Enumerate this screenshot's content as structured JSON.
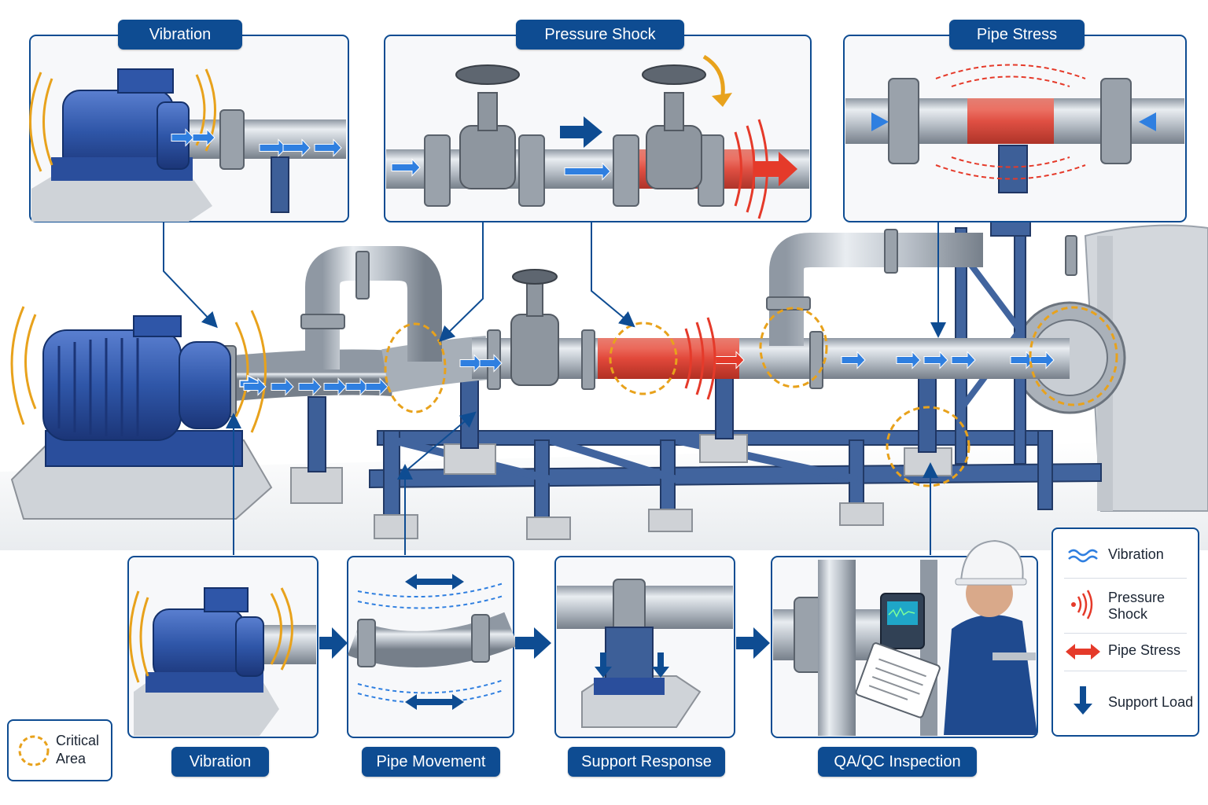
{
  "panels": {
    "top_left": "Vibration",
    "top_middle": "Pressure Shock",
    "top_right": "Pipe Stress"
  },
  "steps": [
    {
      "label": "Vibration"
    },
    {
      "label": "Pipe Movement"
    },
    {
      "label": "Support Response"
    },
    {
      "label": "QA/QC Inspection"
    }
  ],
  "legend": {
    "vibration": "Vibration",
    "pressure_shock": "Pressure Shock",
    "pipe_stress": "Pipe Stress",
    "support_load": "Support Load"
  },
  "critical_area": "Critical Area",
  "colors": {
    "navy": "#0e4c92",
    "pump_blue": "#2f56a8",
    "steel": "#b9c0c8",
    "flow_arrow": "#2f7fe0",
    "shock_red": "#e53a2a",
    "critical_orange": "#e8a21c"
  }
}
